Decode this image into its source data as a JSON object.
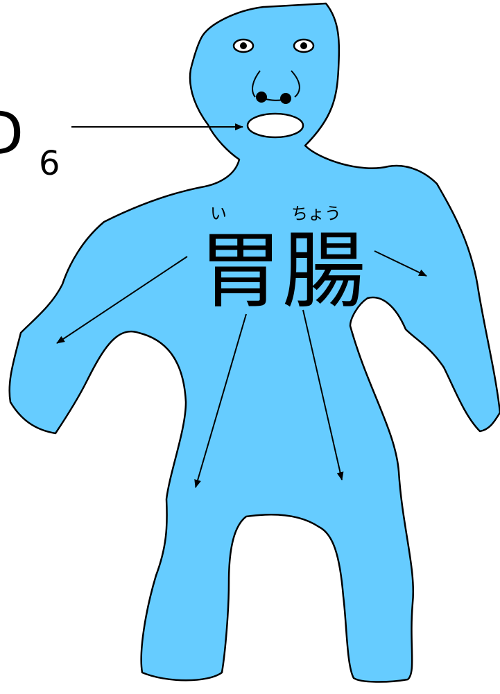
{
  "labels": {
    "left_partial": "D",
    "subscript": "6",
    "furigana_i": "い",
    "furigana_chou": "ちょう",
    "kanji": "胃腸"
  },
  "colors": {
    "body_fill": "#66ccff",
    "outline": "#000000",
    "mouth_fill": "#ffffff",
    "background": "#ffffff"
  },
  "icons": {
    "figure": "human-body-silhouette",
    "eyes": "eye-icon",
    "nose": "nose-icon",
    "mouth": "mouth-icon"
  }
}
